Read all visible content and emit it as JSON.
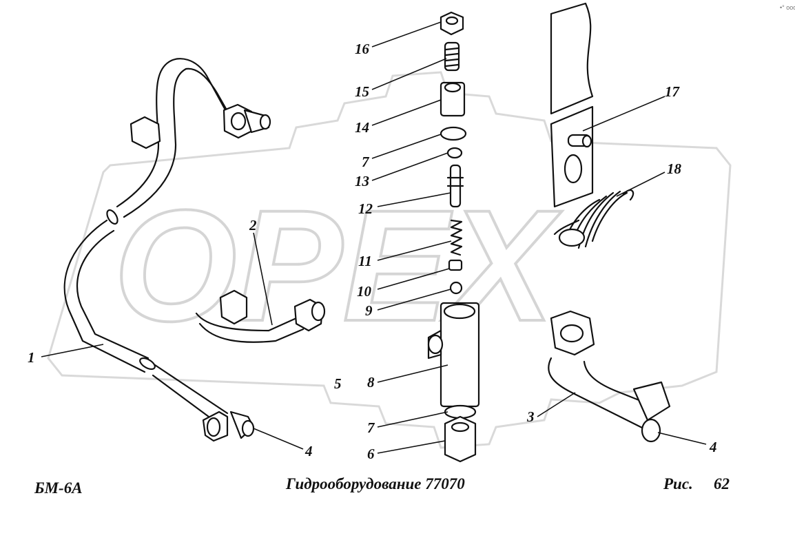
{
  "watermark": {
    "text": "OPEX"
  },
  "corner_mark": "•° ooo",
  "callouts": [
    "1",
    "2",
    "3",
    "4",
    "4",
    "5",
    "6",
    "7",
    "7",
    "8",
    "9",
    "10",
    "11",
    "12",
    "13",
    "14",
    "15",
    "16",
    "17",
    "18"
  ],
  "footer": {
    "model": "БМ-6А",
    "title": "Гидрооборудование 77070",
    "fig_label": "Рис.",
    "fig_number": "62"
  }
}
